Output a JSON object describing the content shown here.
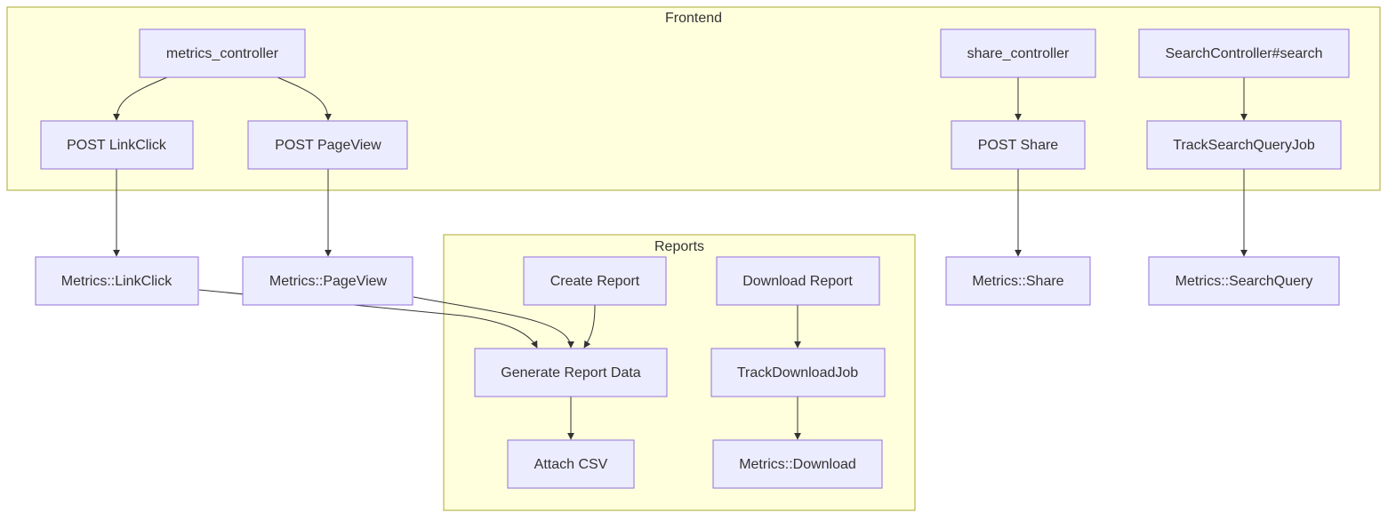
{
  "clusters": {
    "frontend": "Frontend",
    "reports": "Reports"
  },
  "nodes": {
    "metrics_controller": "metrics_controller",
    "post_linkclick": "POST LinkClick",
    "post_pageview": "POST PageView",
    "share_controller": "share_controller",
    "post_share": "POST Share",
    "search_controller": "SearchController#search",
    "track_search_job": "TrackSearchQueryJob",
    "metrics_linkclick": "Metrics::LinkClick",
    "metrics_pageview": "Metrics::PageView",
    "create_report": "Create Report",
    "download_report": "Download Report",
    "generate_report_data": "Generate Report Data",
    "track_download_job": "TrackDownloadJob",
    "attach_csv": "Attach CSV",
    "metrics_download": "Metrics::Download",
    "metrics_share": "Metrics::Share",
    "metrics_searchquery": "Metrics::SearchQuery"
  },
  "edges": [
    [
      "metrics_controller",
      "post_linkclick"
    ],
    [
      "metrics_controller",
      "post_pageview"
    ],
    [
      "share_controller",
      "post_share"
    ],
    [
      "search_controller",
      "track_search_job"
    ],
    [
      "post_linkclick",
      "metrics_linkclick"
    ],
    [
      "post_pageview",
      "metrics_pageview"
    ],
    [
      "post_share",
      "metrics_share"
    ],
    [
      "track_search_job",
      "metrics_searchquery"
    ],
    [
      "metrics_linkclick",
      "generate_report_data"
    ],
    [
      "metrics_pageview",
      "generate_report_data"
    ],
    [
      "create_report",
      "generate_report_data"
    ],
    [
      "download_report",
      "track_download_job"
    ],
    [
      "generate_report_data",
      "attach_csv"
    ],
    [
      "track_download_job",
      "metrics_download"
    ]
  ]
}
